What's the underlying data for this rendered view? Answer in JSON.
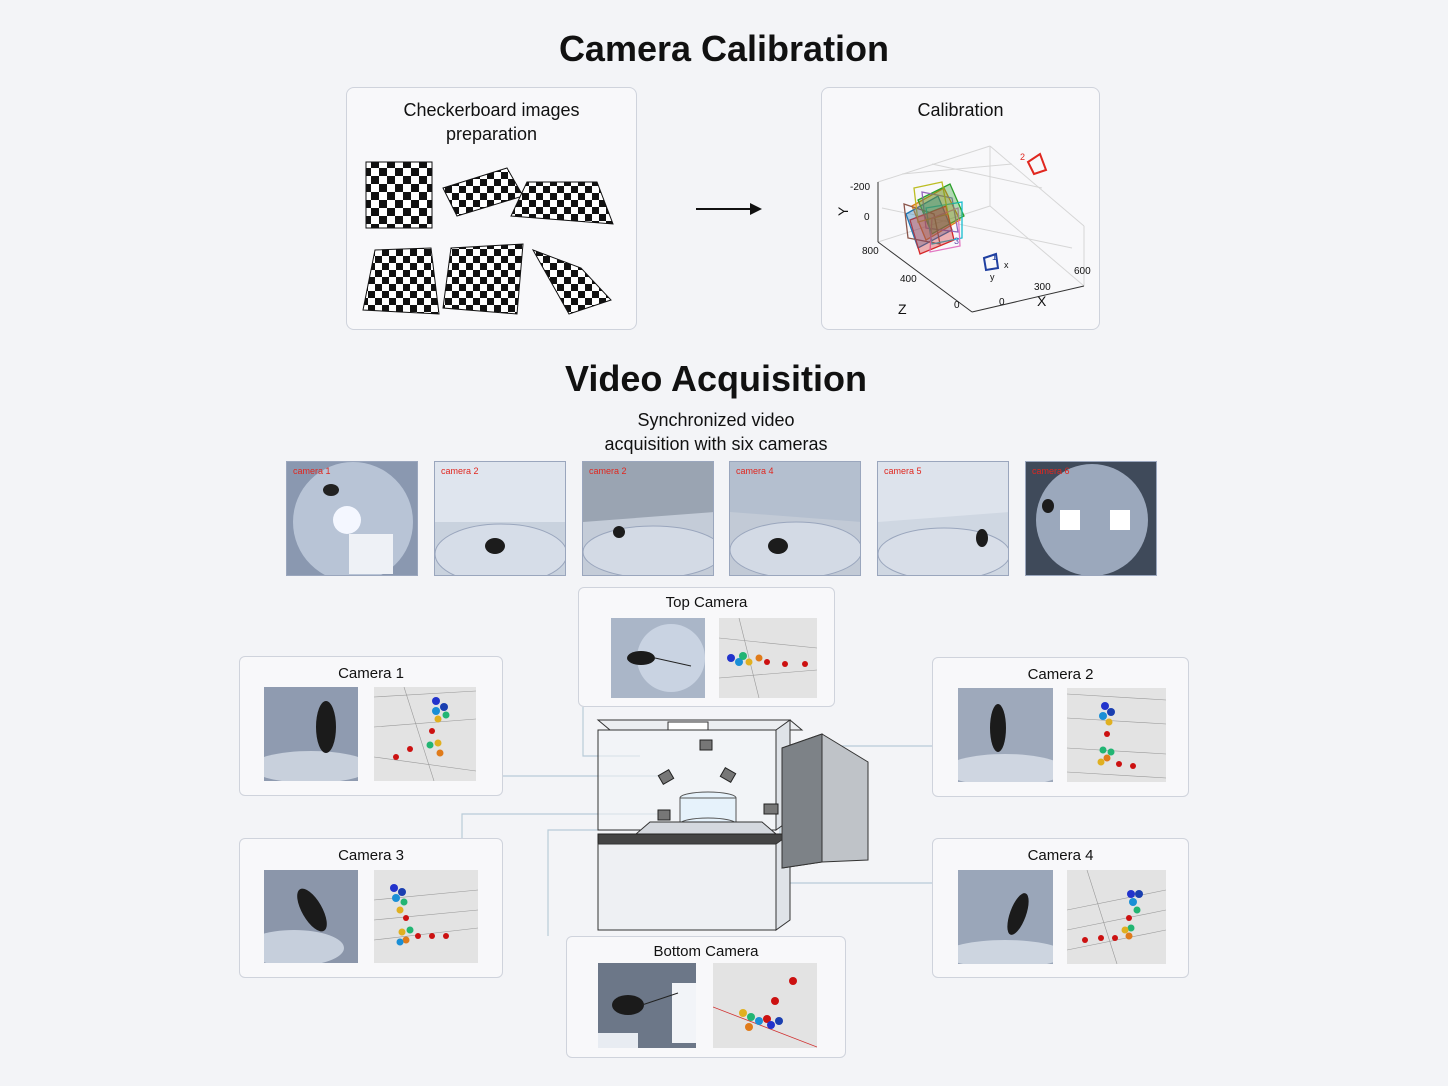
{
  "calibration_section": {
    "title": "Camera Calibration",
    "checkerboard_panel": {
      "title_line1": "Checkerboard images",
      "title_line2": "preparation"
    },
    "calibration_panel": {
      "title": "Calibration",
      "axis_y_label": "Y",
      "axis_z_label": "Z",
      "axis_x_label": "X",
      "y_ticks": [
        "-200",
        "0"
      ],
      "z_ticks": [
        "800",
        "400",
        "0"
      ],
      "x_ticks": [
        "0",
        "300",
        "600"
      ],
      "camera_marks": [
        "2",
        "1",
        "3",
        "x",
        "y"
      ]
    }
  },
  "video_section": {
    "title": "Video Acquisition",
    "subtitle_line1": "Synchronized video",
    "subtitle_line2": "acquisition with six cameras",
    "frames": [
      {
        "label": "camera 1"
      },
      {
        "label": "camera 2"
      },
      {
        "label": "camera 2"
      },
      {
        "label": "camera 4"
      },
      {
        "label": "camera 5"
      },
      {
        "label": "camera 6"
      }
    ]
  },
  "camera_views": {
    "top": "Top Camera",
    "cam1": "Camera 1",
    "cam2": "Camera 2",
    "cam3": "Camera 3",
    "cam4": "Camera 4",
    "bottom": "Bottom Camera"
  },
  "colors": {
    "frame_label": "#e0271f",
    "keypoint_blue": "#2233cc",
    "keypoint_red": "#cc1111"
  }
}
